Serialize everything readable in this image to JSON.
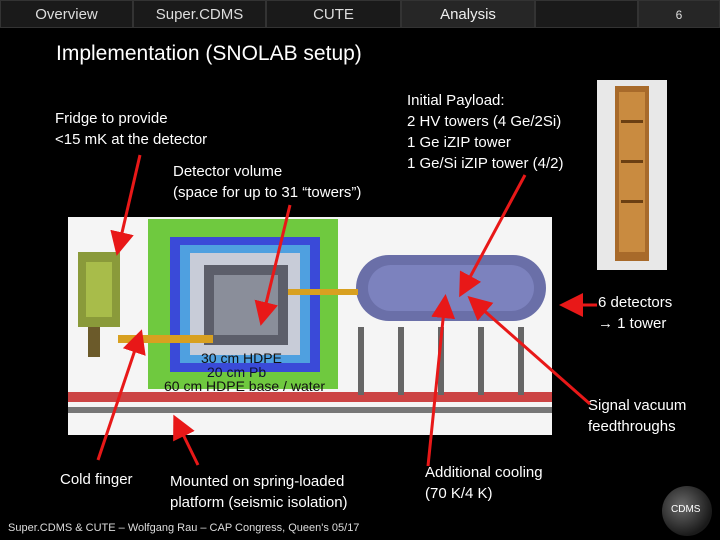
{
  "nav": {
    "tabs": [
      "Overview",
      "Super.CDMS",
      "CUTE",
      "Analysis"
    ],
    "page_number": "6"
  },
  "title": "Implementation (SNOLAB setup)",
  "annotations": {
    "fridge": "Fridge to provide\n<15 mK at the detector",
    "volume": "Detector volume\n(space for up to 31 “towers”)",
    "payload": "Initial Payload:\n2 HV towers (4 Ge/2Si)\n1 Ge iZIP tower\n1 Ge/Si iZIP tower (4/2)",
    "detectors": "6 detectors\n→ 1 tower",
    "signal": "Signal vacuum\nfeedthroughs",
    "cold_finger": "Cold finger",
    "mounted": "Mounted on spring-loaded\nplatform (seismic isolation)",
    "cooling": "Additional cooling\n(70 K/4 K)"
  },
  "diagram_labels": {
    "hdpe": "30 cm HDPE",
    "pb": "20 cm Pb",
    "base": "60 cm HDPE base / water"
  },
  "footer": "Super.CDMS & CUTE – Wolfgang Rau – CAP Congress, Queen's 05/17",
  "logo_text": "CDMS"
}
